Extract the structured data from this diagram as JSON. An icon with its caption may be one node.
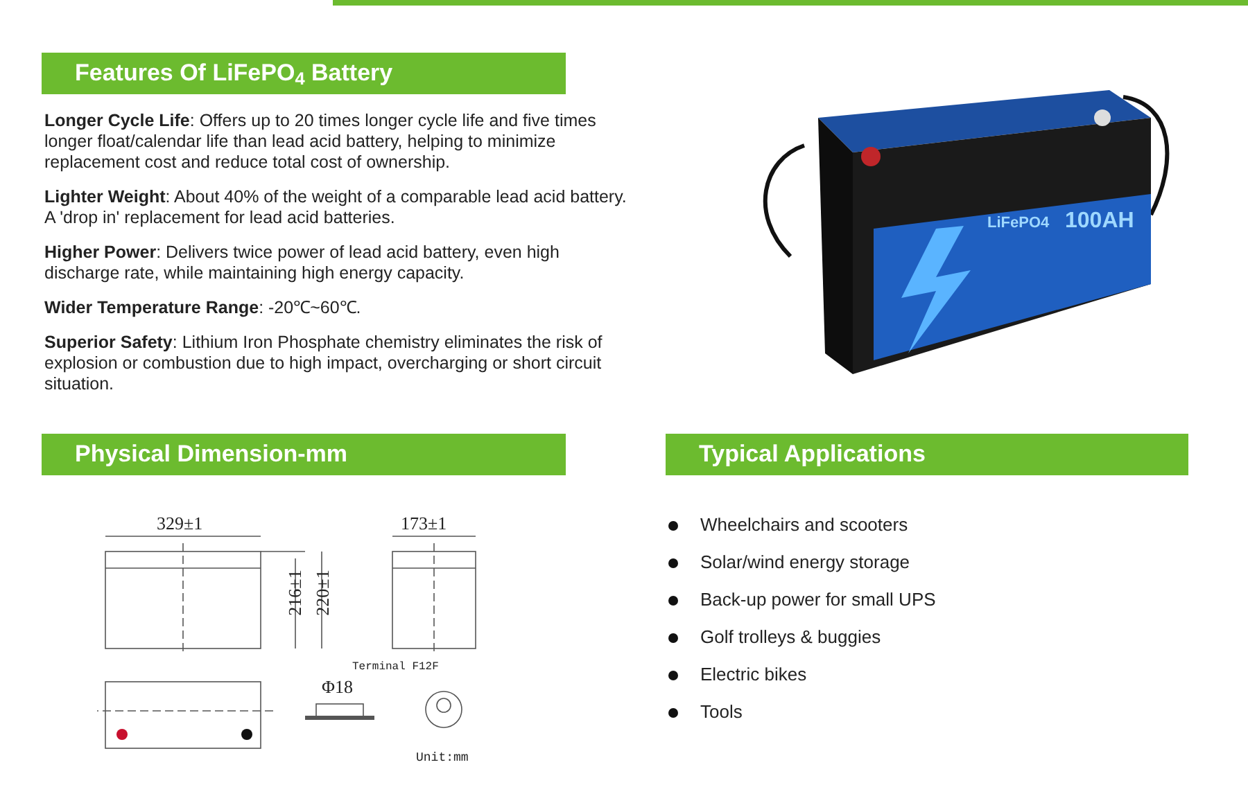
{
  "diagram": {
    "nodes": [
      {
        "text": [
          "Features Of LiFePO$_{4}$ Battery"
        ]
      },
      {
        "text": [
          "Physical Dimension-mm"
        ]
      },
      {
        "text": [
          "Typical Applications"
        ]
      }
    ],
    "labels": [
      "**Longer Cycle Life**: Offers up to 20 times longer cycle life and five times longer float/calendar life than lead acid battery, helping to minimize replacement cost and reduce total cost of ownership.",
      "**Lighter Weight**: About 40% of the weight of a comparable lead acid battery. A 'drop in' replacement for lead acid batteries.",
      "**Higher Power**: Delivers twice power of lead acid battery, even high discharge rate, while maintaining high energy capacity.",
      "**Wider Temperature Range**: -20℃~60℃.",
      "**Superior Safety**: Lithium Iron Phosphate chemistry eliminates the risk of explosion or combustion due to high impact, overcharging or short circuit situation.",
      "LiFePO4",
      "100AH",
      "329±1",
      "216±1",
      "220±1",
      "173±1",
      "Terminal F12F",
      "Φ18",
      "Unit:mm",
      "Wheelchairs and scooters",
      "Solar/wind energy storage",
      "Back-up power for small UPS",
      "Golf trolleys & buggies",
      "Electric bikes",
      "Tools"
    ]
  }
}
